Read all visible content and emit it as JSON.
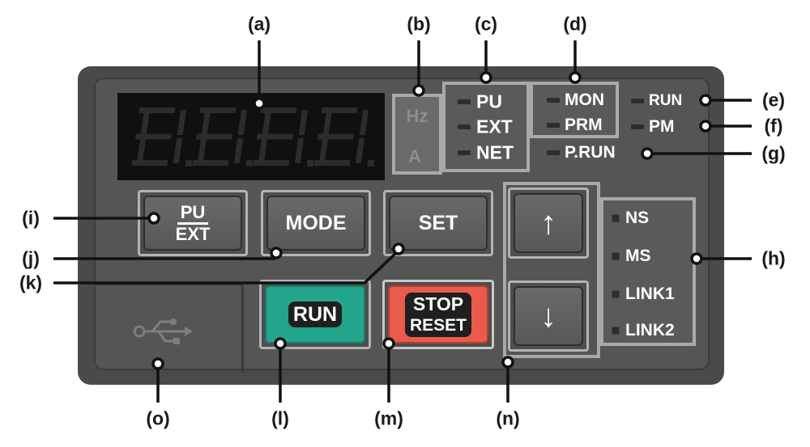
{
  "callouts": {
    "a": "(a)",
    "b": "(b)",
    "c": "(c)",
    "d": "(d)",
    "e": "(e)",
    "f": "(f)",
    "g": "(g)",
    "h": "(h)",
    "i": "(i)",
    "j": "(j)",
    "k": "(k)",
    "l": "(l)",
    "m": "(m)",
    "n": "(n)",
    "o": "(o)"
  },
  "display": {
    "digits": 4,
    "readout": "8.8.8.8."
  },
  "unit_indicators": {
    "hz": "Hz",
    "a": "A"
  },
  "mode_indicators": [
    "PU",
    "EXT",
    "NET"
  ],
  "monitor_indicators": [
    "MON",
    "PRM"
  ],
  "status_indicators": {
    "run": "RUN",
    "pm": "PM",
    "prun": "P.RUN"
  },
  "network_indicators": [
    "NS",
    "MS",
    "LINK1",
    "LINK2"
  ],
  "buttons": {
    "pu_ext_top": "PU",
    "pu_ext_bottom": "EXT",
    "mode": "MODE",
    "set": "SET",
    "run": "RUN",
    "stop_top": "STOP",
    "stop_bottom": "RESET",
    "up_arrow": "↑",
    "down_arrow": "↓"
  },
  "usb_symbol": "usb-icon",
  "colors": {
    "panel": "#4a4a4a",
    "run_button": "#23a58c",
    "stop_button": "#ea5b4b",
    "group_border": "#a9a9a9"
  }
}
